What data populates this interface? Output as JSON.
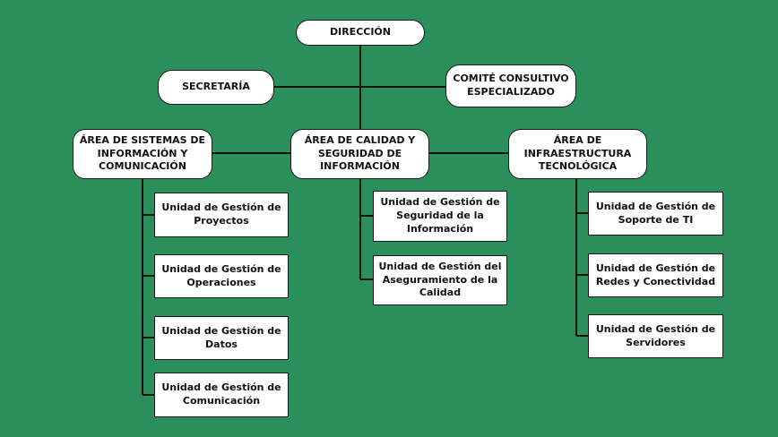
{
  "chart": {
    "root": "DIRECCIÓN",
    "secretaria": "SECRETARÍA",
    "comite": "COMITÉ CONSULTIVO\nESPECIALIZADO",
    "areas": [
      {
        "label": "ÁREA DE SISTEMAS DE\nINFORMACIÓN Y\nCOMUNICACIÓN",
        "units": [
          "Unidad de Gestión de\nProyectos",
          "Unidad de Gestión de\nOperaciones",
          "Unidad de Gestión de\nDatos",
          "Unidad de Gestión de\nComunicación"
        ]
      },
      {
        "label": "ÁREA DE CALIDAD Y\nSEGURIDAD DE\nINFORMACIÓN",
        "units": [
          "Unidad de Gestión de\nSeguridad de la\nInformación",
          "Unidad de Gestión del\nAseguramiento de la\nCalidad"
        ]
      },
      {
        "label": "ÁREA DE\nINFRAESTRUCTURA\nTECNOLÓGICA",
        "units": [
          "Unidad de Gestión de\nSoporte de TI",
          "Unidad de Gestión de\nRedes y Conectividad",
          "Unidad de Gestión de\nServidores"
        ]
      }
    ]
  },
  "colors": {
    "background": "#2b8f5c",
    "box": "#ffffff",
    "line": "#111111"
  }
}
